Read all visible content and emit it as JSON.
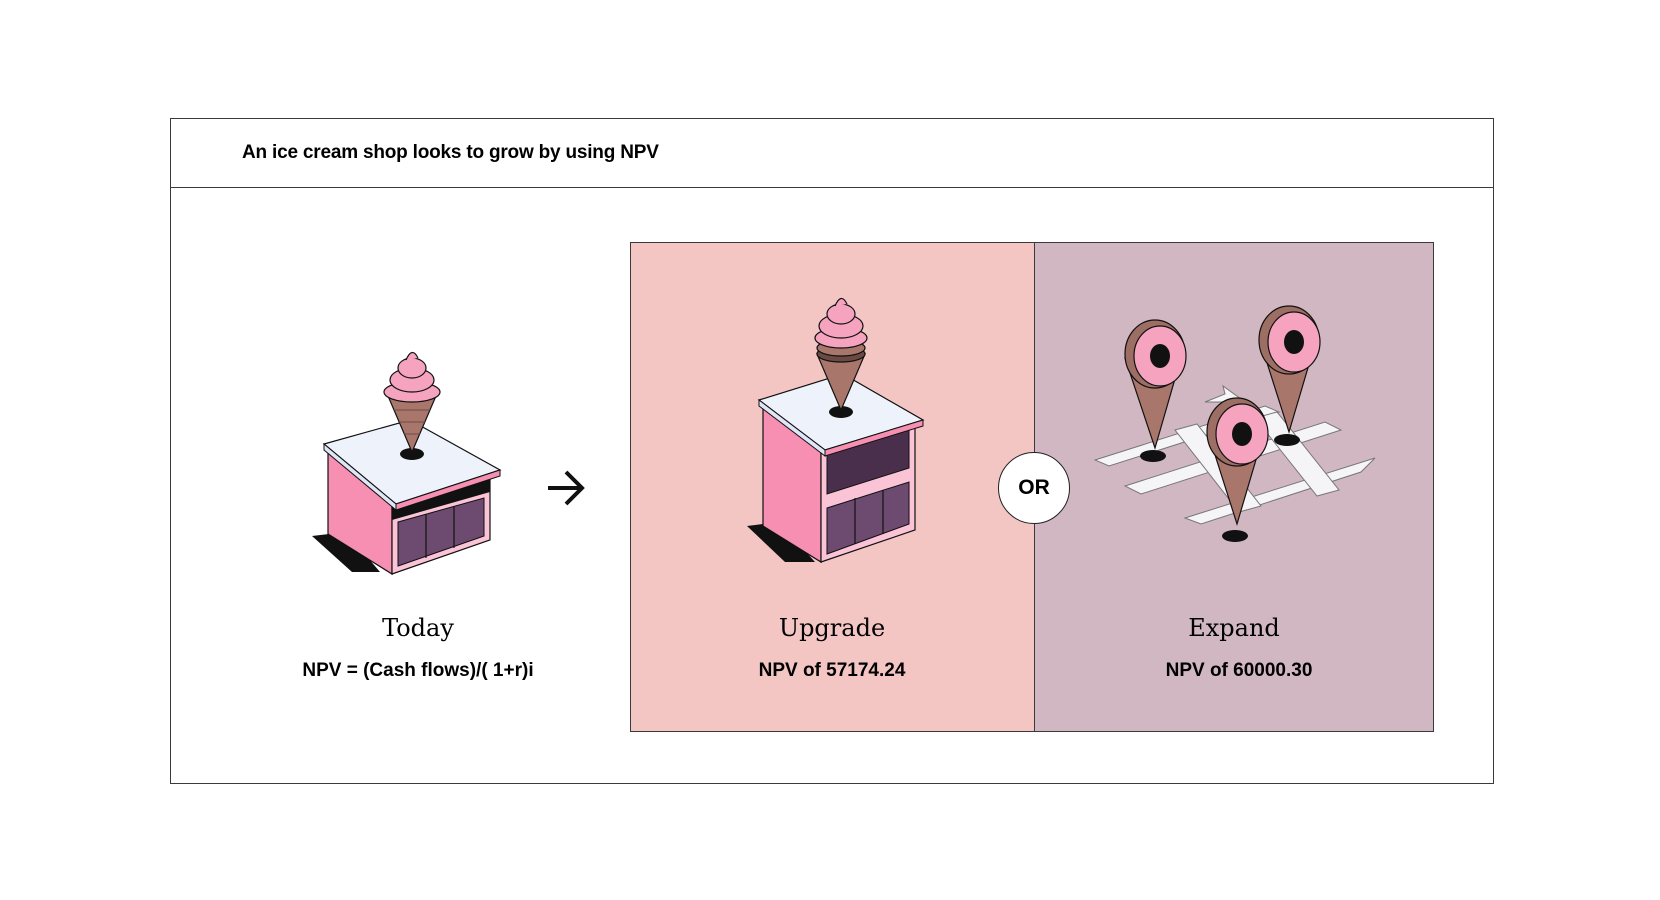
{
  "title": "An ice cream shop looks to grow by using NPV",
  "today": {
    "label": "Today",
    "formula": "NPV = (Cash flows)/( 1+r)i"
  },
  "upgrade": {
    "label": "Upgrade",
    "npv": "NPV of 57174.24"
  },
  "expand": {
    "label": "Expand",
    "npv": "NPV of 60000.30"
  },
  "or_label": "OR",
  "icons": [
    "shop-icon",
    "ice-cream-cone-icon",
    "arrow-right-icon",
    "map-pin-icon",
    "street-map-icon"
  ],
  "colors": {
    "upgrade_panel": "#f3c6c4",
    "expand_panel": "#d1b7c1",
    "building_pink": "#f78fb3",
    "building_light": "#fbc4d6",
    "roof": "#eef2fb",
    "window": "#6d4a70",
    "cone": "#a8766b",
    "scoop": "#f6a3c0"
  }
}
